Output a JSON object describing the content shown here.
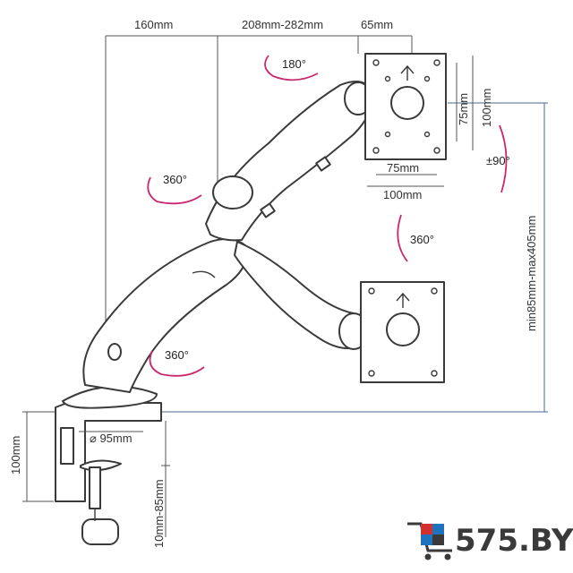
{
  "dimensions": {
    "top_left": "160mm",
    "top_middle": "208mm-282mm",
    "top_right": "65mm",
    "vesa_small_h": "75mm",
    "vesa_large_h": "100mm",
    "vesa_small_w": "75mm",
    "vesa_large_w": "100mm",
    "height_range": "min85mm-max405mm",
    "pole_diameter": "⌀ 95mm",
    "clamp_height": "100mm",
    "clamp_range": "10mm-85mm"
  },
  "rotations": {
    "top": "180°",
    "tilt": "±90°",
    "elbow": "360°",
    "screen": "360°",
    "base": "360°"
  },
  "logo": {
    "text": "575.BY",
    "colors": {
      "red": "#d32f2f",
      "blue": "#1e73be",
      "dark": "#3a3a3a"
    }
  }
}
